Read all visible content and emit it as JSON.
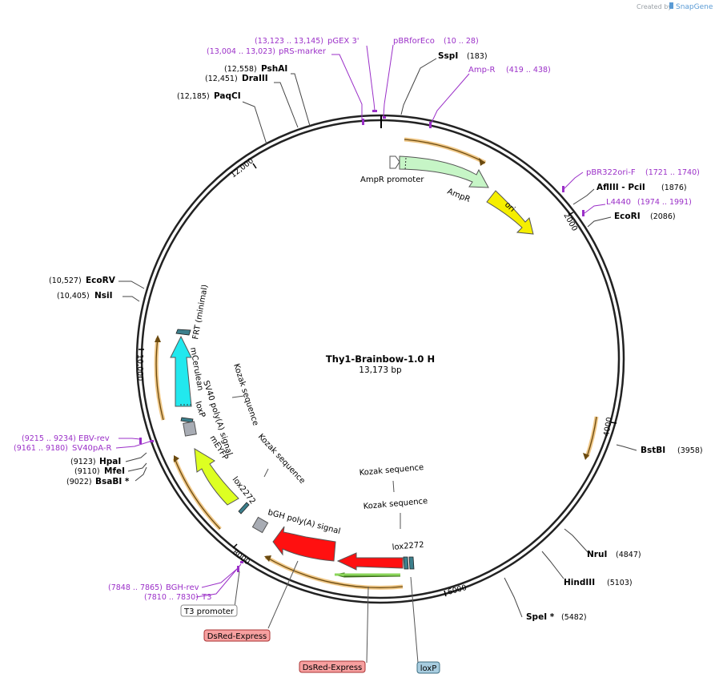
{
  "credit": {
    "prefix": "Created by",
    "brand": "SnapGene"
  },
  "plasmid": {
    "name": "Thy1-Brainbow-1.0 H",
    "size_label": "13,173 bp"
  },
  "ticks": [
    "2000",
    "4000",
    "6000",
    "8000",
    "10,000",
    "12,000"
  ],
  "sites": [
    {
      "name": "SspI",
      "pos": "(183)"
    },
    {
      "name": "AflIII",
      "joiner": " - ",
      "name2": "PciI",
      "pos": "(1876)"
    },
    {
      "name": "EcoRI",
      "pos": "(2086)"
    },
    {
      "name": "BstBI",
      "pos": "(3958)"
    },
    {
      "name": "NruI",
      "pos": "(4847)"
    },
    {
      "name": "HindIII",
      "pos": "(5103)"
    },
    {
      "name": "SpeI *",
      "pos": "(5482)"
    },
    {
      "name": "BsaBI *",
      "pos": "(9022)"
    },
    {
      "name": "MfeI",
      "pos": "(9110)"
    },
    {
      "name": "HpaI",
      "pos": "(9123)"
    },
    {
      "name": "NsiI",
      "pos": "(10,405)"
    },
    {
      "name": "EcoRV",
      "pos": "(10,527)"
    },
    {
      "name": "PaqCI",
      "pos": "(12,185)"
    },
    {
      "name": "DraIII",
      "pos": "(12,451)"
    },
    {
      "name": "PshAI",
      "pos": "(12,558)"
    }
  ],
  "primers": [
    {
      "name": "pGEX 3'",
      "pos": "(13,123 .. 13,145)"
    },
    {
      "name": "pRS-marker",
      "pos": "(13,004 .. 13,023)"
    },
    {
      "name": "pBRforEco",
      "pos": "(10 .. 28)"
    },
    {
      "name": "Amp-R",
      "pos": "(419 .. 438)"
    },
    {
      "name": "pBR322ori-F",
      "pos": "(1721 .. 1740)"
    },
    {
      "name": "L4440",
      "pos": "(1974 .. 1991)"
    },
    {
      "name": "EBV-rev",
      "pos": "(9215 .. 9234)"
    },
    {
      "name": "SV40pA-R",
      "pos": "(9161 .. 9180)"
    },
    {
      "name": "BGH-rev",
      "pos": "(7848 .. 7865)"
    },
    {
      "name": "T3",
      "pos": "(7810 .. 7830)"
    }
  ],
  "features": [
    "AmpR promoter",
    "AmpR",
    "ori",
    "FRT (minimal)",
    "mCerulean",
    "Kozak sequence",
    "SV40 poly(A) signal",
    "loxP",
    "Kozak sequence",
    "mEYFP",
    "lox2272",
    "bGH poly(A) signal",
    "Kozak sequence",
    "Kozak sequence",
    "lox2272"
  ],
  "boxed_labels": [
    "T3 promoter",
    "DsRed-Express",
    "DsRed-Express",
    "loxP"
  ],
  "colors": {
    "backbone": "#222222",
    "ampr": "#c6f5c6",
    "ori": "#f5ee00",
    "cerulean": "#22e8ee",
    "eyfp": "#ddff22",
    "dsred": "#ff1010",
    "orf_stroke": "#e8a33d",
    "orf_line": "#6b4a10",
    "primer": "#9b30c8",
    "lox": "#3c7f8c",
    "polya": "#a8acb4",
    "green_orf": "#8bd65a",
    "box_red": "#f7a0a0",
    "box_blue": "#a8cde0"
  }
}
